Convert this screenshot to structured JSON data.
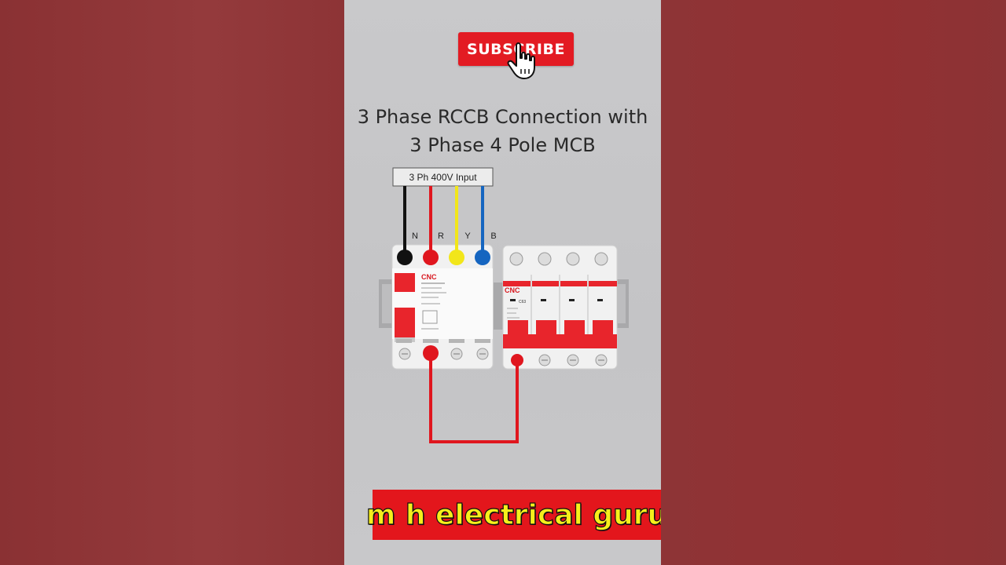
{
  "subscribe_button": {
    "label": "SUBSCRIBE"
  },
  "title": {
    "line1": "3 Phase RCCB Connection with",
    "line2": "3 Phase 4 Pole MCB"
  },
  "input_box": {
    "label": "3 Ph 400V Input"
  },
  "wires": [
    {
      "name": "N",
      "color": "#111111"
    },
    {
      "name": "R",
      "color": "#e0161e"
    },
    {
      "name": "Y",
      "color": "#f2e61a"
    },
    {
      "name": "B",
      "color": "#1565c0"
    }
  ],
  "rccb": {
    "brand": "CNC"
  },
  "mcb": {
    "brand": "CNC",
    "rating": "C63"
  },
  "channel_banner": {
    "text": "m h electrical guru"
  },
  "colors": {
    "accent_red": "#e31b23",
    "banner_text": "#f6ef1b",
    "background": "#8e3436",
    "panel": "#c6c6c8"
  }
}
